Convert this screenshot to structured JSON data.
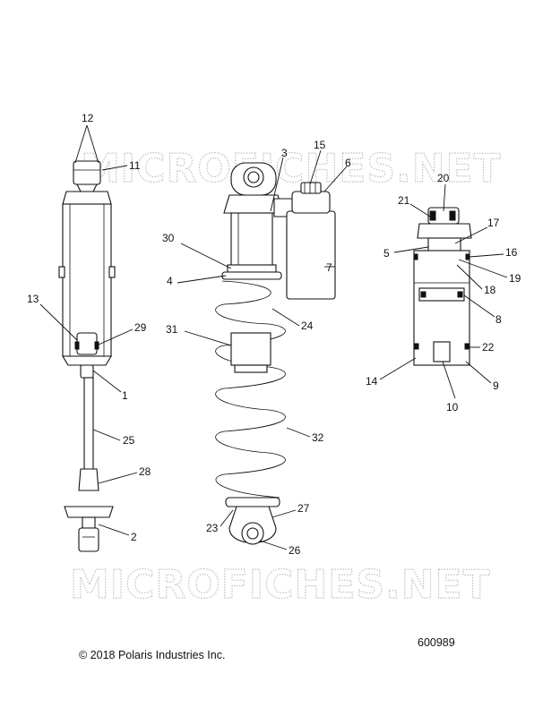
{
  "watermark": {
    "text": "MICROFICHES.NET"
  },
  "footer": {
    "copyright": "© 2018 Polaris Industries Inc.",
    "figure_number": "600989"
  },
  "callouts": [
    {
      "id": "c12",
      "label": "12"
    },
    {
      "id": "c11",
      "label": "11"
    },
    {
      "id": "c13",
      "label": "13"
    },
    {
      "id": "c29",
      "label": "29"
    },
    {
      "id": "c1",
      "label": "1"
    },
    {
      "id": "c25",
      "label": "25"
    },
    {
      "id": "c28",
      "label": "28"
    },
    {
      "id": "c2",
      "label": "2"
    },
    {
      "id": "c3",
      "label": "3"
    },
    {
      "id": "c15",
      "label": "15"
    },
    {
      "id": "c6",
      "label": "6"
    },
    {
      "id": "c30",
      "label": "30"
    },
    {
      "id": "c4",
      "label": "4"
    },
    {
      "id": "c7",
      "label": "7"
    },
    {
      "id": "c24",
      "label": "24"
    },
    {
      "id": "c31",
      "label": "31"
    },
    {
      "id": "c32",
      "label": "32"
    },
    {
      "id": "c23",
      "label": "23"
    },
    {
      "id": "c27",
      "label": "27"
    },
    {
      "id": "c26",
      "label": "26"
    },
    {
      "id": "c20",
      "label": "20"
    },
    {
      "id": "c21",
      "label": "21"
    },
    {
      "id": "c17",
      "label": "17"
    },
    {
      "id": "c5",
      "label": "5"
    },
    {
      "id": "c16",
      "label": "16"
    },
    {
      "id": "c19",
      "label": "19"
    },
    {
      "id": "c18",
      "label": "18"
    },
    {
      "id": "c8",
      "label": "8"
    },
    {
      "id": "c22",
      "label": "22"
    },
    {
      "id": "c14",
      "label": "14"
    },
    {
      "id": "c9",
      "label": "9"
    },
    {
      "id": "c10",
      "label": "10"
    }
  ]
}
